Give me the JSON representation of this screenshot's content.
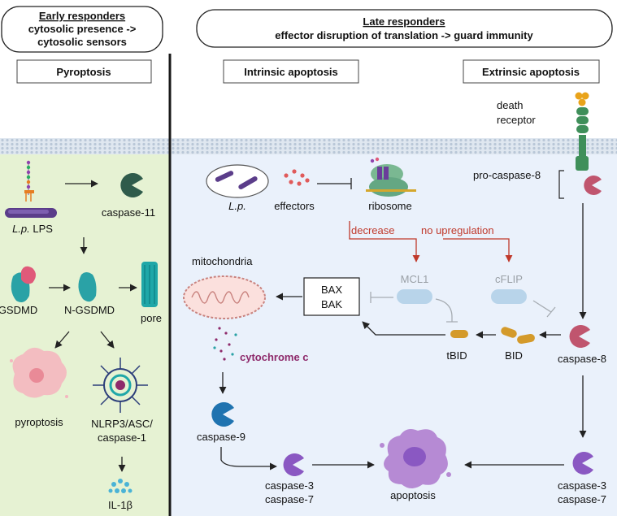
{
  "headers": {
    "early": {
      "line1": "Early responders",
      "line2": "cytosolic presence ->",
      "line3": "cytosolic sensors"
    },
    "late": {
      "line1": "Late responders",
      "line2": "effector disruption of translation -> guard immunity"
    }
  },
  "sections": {
    "pyroptosis": "Pyroptosis",
    "intrinsic": "Intrinsic apoptosis",
    "extrinsic": "Extrinsic apoptosis"
  },
  "left_panel": {
    "caspase11": "caspase-11",
    "lp_lps_italic": "L.p.",
    "lp_lps_rest": " LPS",
    "gsdmd": "GSDMD",
    "n_gsdmd": "N-GSDMD",
    "pore": "pore",
    "pyroptosis": "pyroptosis",
    "nlrp3_line1": "NLRP3/ASC/",
    "nlrp3_line2": "caspase-1",
    "il1b": "IL-1β"
  },
  "right_panel": {
    "death_receptor_line1": "death",
    "death_receptor_line2": "receptor",
    "pro_caspase8": "pro-caspase-8",
    "lp": "L.p.",
    "effectors": "effectors",
    "ribosome": "ribosome",
    "decrease": "decrease",
    "no_upregulation": "no upregulation",
    "mitochondria": "mitochondria",
    "bax": "BAX",
    "bak": "BAK",
    "mcl1": "MCL1",
    "cflip": "cFLIP",
    "tbid": "tBID",
    "bid": "BID",
    "caspase8": "caspase-8",
    "cytochrome_c": "cytochrome c",
    "caspase9": "caspase-9",
    "caspase3_left_line1": "caspase-3",
    "caspase3_left_line2": "caspase-7",
    "apoptosis": "apoptosis",
    "caspase3_right_line1": "caspase-3",
    "caspase3_right_line2": "caspase-7"
  },
  "colors": {
    "left_bg": "#e6f2d3",
    "right_bg": "#eaf1fb",
    "membrane": "#c8d6e6",
    "divider": "#1a1a1a",
    "arrow": "#222222",
    "red_arrow": "#c0392b",
    "inhibition_grey": "#a6acb2",
    "caspase11": "#2f5b4b",
    "gsdmd_teal": "#2aa2a6",
    "gsdmd_pink": "#e05a7a",
    "caspase8": "#c0556e",
    "caspase9": "#1f73b0",
    "caspase3": "#8a58c2",
    "bid": "#d49a2a",
    "mcl1": "#b8d4ea",
    "cytochrome": "#8e2a6b",
    "apoptosis_cell": "#b68ad4",
    "pyroptosis_cell": "#f4b7bf",
    "ribosome": "#64a783"
  }
}
